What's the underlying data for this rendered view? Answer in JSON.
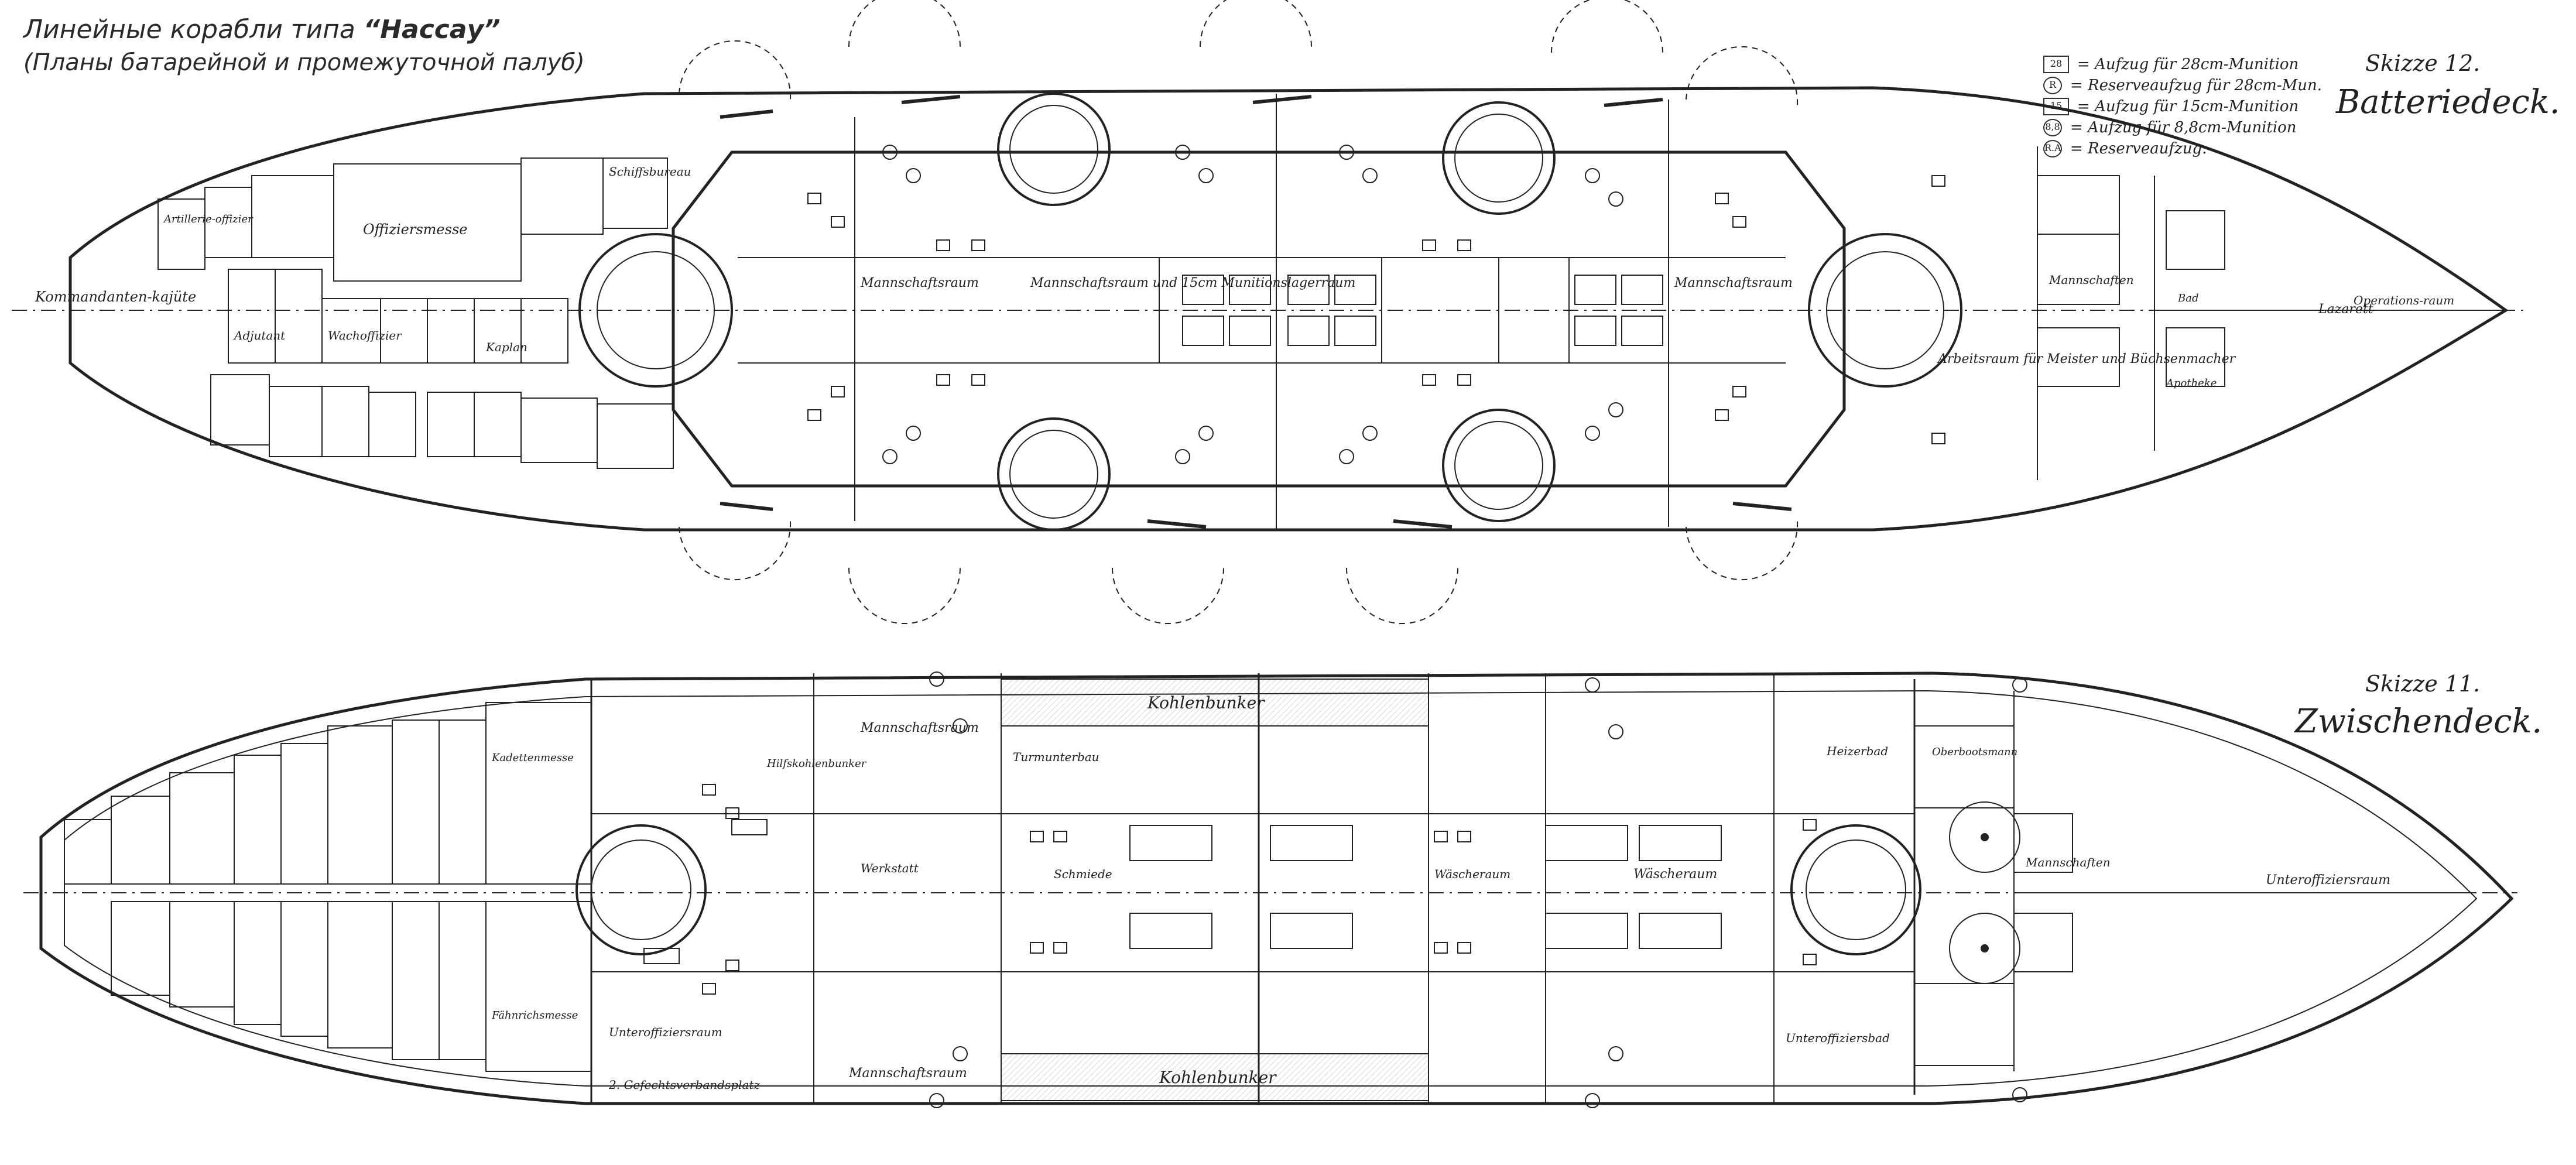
{
  "header": {
    "title_prefix": "Линейные корабли типа ",
    "title_ship": "“Нассау”",
    "subtitle": "(Планы батарейной и промежуточной палуб)"
  },
  "battery_deck": {
    "sketch": "Skizze 12.",
    "name": "Batteriedeck.",
    "rooms": {
      "kommandanten": "Kommandanten-kajüte",
      "offiziersmesse": "Offiziersmesse",
      "schiffsbureau": "Schiffsbureau",
      "mannschaftsraum": "Mannschaftsraum",
      "mun_lager": "Mannschaftsraum und 15cm Munitionslagerraum",
      "mannschaftsraum_2": "Mannschaftsraum",
      "arbeitsraum": "Arbeitsraum für Meister und Büchsenmacher",
      "lazarett": "Lazarett",
      "operations": "Operations-raum",
      "adjutant": "Adjutant",
      "wachoffizier": "Wachoffizier",
      "kaplan": "Kaplan",
      "mannschaften": "Mannschaften",
      "artillerieoffizier": "Artillerie-offizier",
      "apotheke": "Apotheke",
      "bad": "Bad"
    }
  },
  "legend": [
    {
      "sym": "28",
      "text": "= Aufzug für 28cm-Munition"
    },
    {
      "sym": "R",
      "text": "= Reserveaufzug für 28cm-Mun."
    },
    {
      "sym": "15",
      "text": "= Aufzug für 15cm-Munition"
    },
    {
      "sym": "8,8",
      "text": "= Aufzug für 8,8cm-Munition"
    },
    {
      "sym": "R.A",
      "text": "= Reserveaufzug."
    }
  ],
  "intermediate_deck": {
    "sketch": "Skizze 11.",
    "name": "Zwischendeck.",
    "rooms": {
      "kohlenbunker": "Kohlenbunker",
      "mannschaftsraum": "Mannschaftsraum",
      "unteroffiziersraum": "Unteroffiziersraum",
      "waschraum": "Wäscheraum",
      "werkstatt": "Werkstatt",
      "schmiede": "Schmiede",
      "unteroffiziersbad": "Unteroffiziersbad",
      "zeitungsbad": "Heizerbad",
      "kadetten": "Kadettenmesse",
      "fahnrichs": "Fähnrichsmesse",
      "gefechtsverbandsplatz": "2. Gefechtsverbandsplatz",
      "hilfskohlenbunker": "Hilfskohlenbunker",
      "turmunterbau": "Turmunterbau",
      "mannschaften": "Mannschaften",
      "unteroffiziersraum_fwd": "Unteroffiziersraum",
      "oberbootsmann": "Oberbootsmann"
    }
  }
}
